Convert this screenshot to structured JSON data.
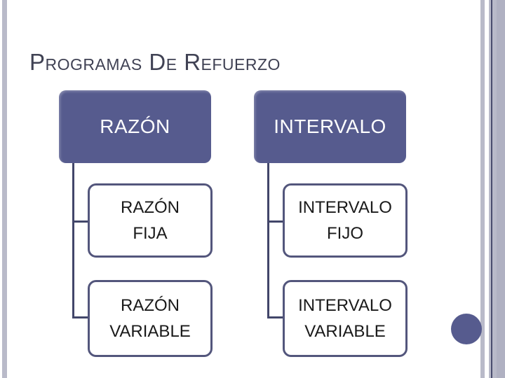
{
  "slide": {
    "title": "Programas De Refuerzo"
  },
  "diagram": {
    "type": "hierarchy",
    "columns": [
      {
        "header": "RAZÓN",
        "children": [
          "RAZÓN\nFIJA",
          "RAZÓN\nVARIABLE"
        ]
      },
      {
        "header": "INTERVALO",
        "children": [
          "INTERVALO\nFIJO",
          "INTERVALO\nVARIABLE"
        ]
      }
    ]
  },
  "colors": {
    "accent_fill": "#565B8E",
    "shape_border": "#53567C",
    "connector_line": "#42466A",
    "title_text": "#404254",
    "child_text": "#1A1A1A",
    "header_text": "#FFFFFF",
    "edge_stripe_light": "#B9BAC9",
    "edge_stripe_dark": "#4A4D6E",
    "edge_stripe_medium": "#B0B1C2",
    "background": "#FFFFFF"
  }
}
